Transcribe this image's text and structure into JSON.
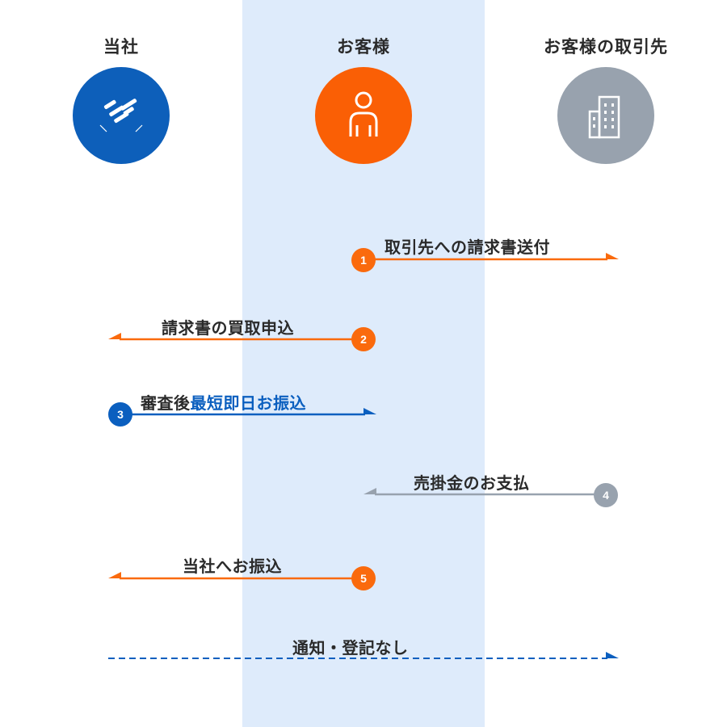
{
  "columns": [
    {
      "title": "当社",
      "icon": "company-logo-icon",
      "color": "#0d5fba"
    },
    {
      "title": "お客様",
      "icon": "person-icon",
      "color": "#fa5f05"
    },
    {
      "title": "お客様の取引先",
      "icon": "building-icon",
      "color": "#98a2ae"
    }
  ],
  "steps": [
    {
      "number": "1",
      "label": "取引先への請求書送付",
      "color": "#fa6a0d"
    },
    {
      "number": "2",
      "label": "請求書の買取申込",
      "color": "#fa6a0d"
    },
    {
      "number": "3",
      "label_prefix": "審査後",
      "label_highlight": "最短即日お振込",
      "color": "#0b5fbf"
    },
    {
      "number": "4",
      "label": "売掛金のお支払",
      "color": "#98a2ae"
    },
    {
      "number": "5",
      "label": "当社へお振込",
      "color": "#fa6a0d"
    }
  ],
  "notice": {
    "label": "通知・登記なし",
    "color": "#0b5fbf"
  }
}
